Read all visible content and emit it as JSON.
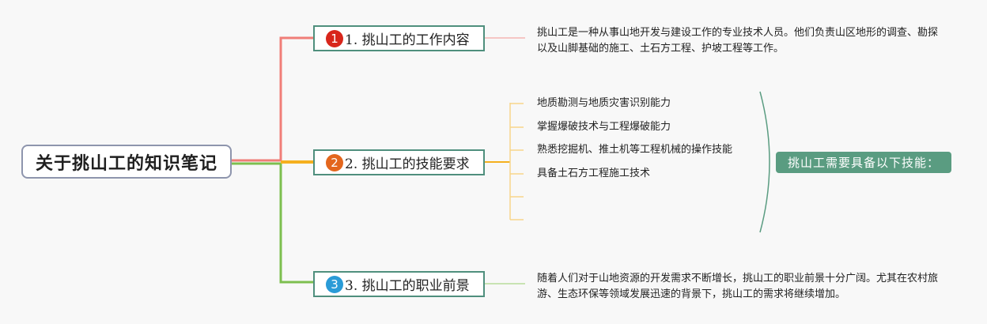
{
  "root": {
    "title": "关于挑山工的知识笔记"
  },
  "branches": [
    {
      "number": "1",
      "label": "1. 挑山工的工作内容",
      "badge_color": "#d8261b",
      "line_color": "#f07e78",
      "description": "挑山工是一种从事山地开发与建设工作的专业技术人员。他们负责山区地形的调查、勘探以及山脚基础的施工、土石方工程、护坡工程等工作。"
    },
    {
      "number": "2",
      "label": "2. 挑山工的技能要求",
      "badge_color": "#e3661d",
      "line_color": "#f5b01f",
      "skills": [
        "地质勘测与地质灾害识别能力",
        "掌握爆破技术与工程爆破能力",
        "熟悉挖掘机、推土机等工程机械的操作技能",
        "具备土石方工程施工技术",
        "",
        ""
      ],
      "summary": "挑山工需要具备以下技能："
    },
    {
      "number": "3",
      "label": "3. 挑山工的职业前景",
      "badge_color": "#2a9bd7",
      "line_color": "#7dbf4f",
      "description": "随着人们对于山地资源的开发需求不断增长，挑山工的职业前景十分广阔。尤其在农村旅游、生态环保等领域发展迅速的背景下，挑山工的需求将继续增加。"
    }
  ]
}
